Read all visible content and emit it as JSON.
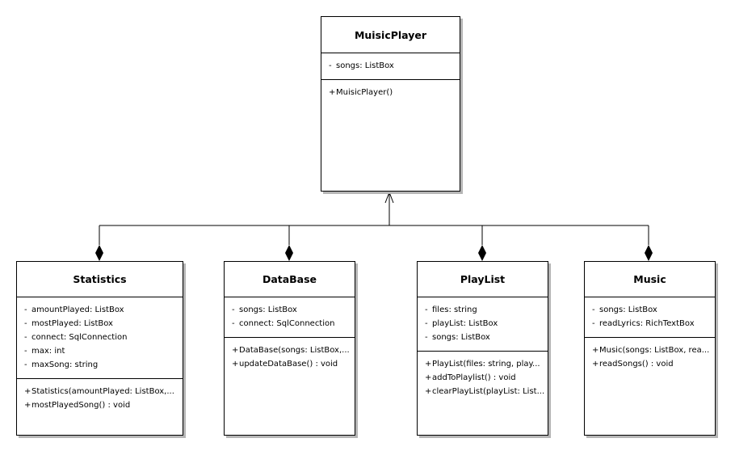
{
  "classes": {
    "musicplayer": {
      "name": "MuisicPlayer",
      "attributes": [
        {
          "vis": "-",
          "text": "songs: ListBox"
        }
      ],
      "operations": [
        {
          "vis": "+",
          "text": "MuisicPlayer()"
        }
      ]
    },
    "statistics": {
      "name": "Statistics",
      "attributes": [
        {
          "vis": "-",
          "text": "amountPlayed: ListBox"
        },
        {
          "vis": "-",
          "text": "mostPlayed: ListBox"
        },
        {
          "vis": "-",
          "text": "connect: SqlConnection"
        },
        {
          "vis": "-",
          "text": "max: int"
        },
        {
          "vis": "-",
          "text": "maxSong: string"
        }
      ],
      "operations": [
        {
          "vis": "+",
          "text": "Statistics(amountPlayed: ListBox,..."
        },
        {
          "vis": "+",
          "text": "mostPlayedSong() : void"
        }
      ]
    },
    "database": {
      "name": "DataBase",
      "attributes": [
        {
          "vis": "-",
          "text": "songs: ListBox"
        },
        {
          "vis": "-",
          "text": "connect: SqlConnection"
        }
      ],
      "operations": [
        {
          "vis": "+",
          "text": "DataBase(songs: ListBox,..."
        },
        {
          "vis": "+",
          "text": "updateDataBase() : void"
        }
      ]
    },
    "playlist": {
      "name": "PlayList",
      "attributes": [
        {
          "vis": "-",
          "text": "files: string"
        },
        {
          "vis": "-",
          "text": "playList: ListBox"
        },
        {
          "vis": "-",
          "text": "songs: ListBox"
        }
      ],
      "operations": [
        {
          "vis": "+",
          "text": "PlayList(files: string, play..."
        },
        {
          "vis": "+",
          "text": "addToPlaylist() : void"
        },
        {
          "vis": "+",
          "text": "clearPlayList(playList: List..."
        }
      ]
    },
    "music": {
      "name": "Music",
      "attributes": [
        {
          "vis": "-",
          "text": "songs: ListBox"
        },
        {
          "vis": "-",
          "text": "readLyrics: RichTextBox"
        }
      ],
      "operations": [
        {
          "vis": "+",
          "text": "Music(songs: ListBox, rea..."
        },
        {
          "vis": "+",
          "text": "readSongs() : void"
        }
      ]
    }
  },
  "relationships": [
    {
      "type": "composition",
      "from": "statistics",
      "to": "musicplayer"
    },
    {
      "type": "composition",
      "from": "database",
      "to": "musicplayer"
    },
    {
      "type": "composition",
      "from": "playlist",
      "to": "musicplayer"
    },
    {
      "type": "composition",
      "from": "music",
      "to": "musicplayer"
    }
  ],
  "colors": {
    "line": "#000000",
    "box_fill": "#ffffff",
    "shadow": "#b5b5b5"
  }
}
